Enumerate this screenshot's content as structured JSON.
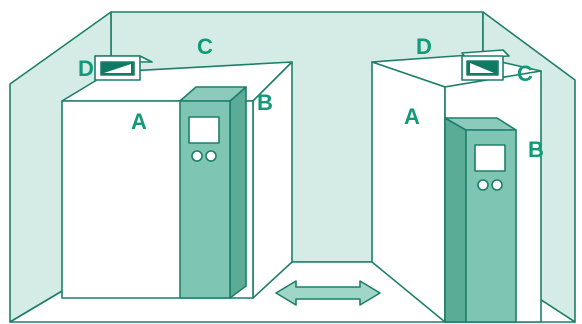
{
  "colors": {
    "outline": "#1d7f6a",
    "wall_fill": "#d5ece6",
    "unit_fill": "#ffffff",
    "panel_front": "#7fc5b3",
    "panel_side": "#5aac97",
    "label": "#0f9a78",
    "arrow_fill": "#9fd6c7"
  },
  "labels": {
    "left_unit": {
      "a": "A",
      "b": "B",
      "c": "C",
      "d": "D"
    },
    "right_unit": {
      "a": "A",
      "b": "B",
      "c": "C",
      "d": "D"
    }
  },
  "icons": {
    "double_arrow": "left-right-arrow-icon",
    "indicator_lights": "circle-icon",
    "display_screen": "screen-icon"
  }
}
